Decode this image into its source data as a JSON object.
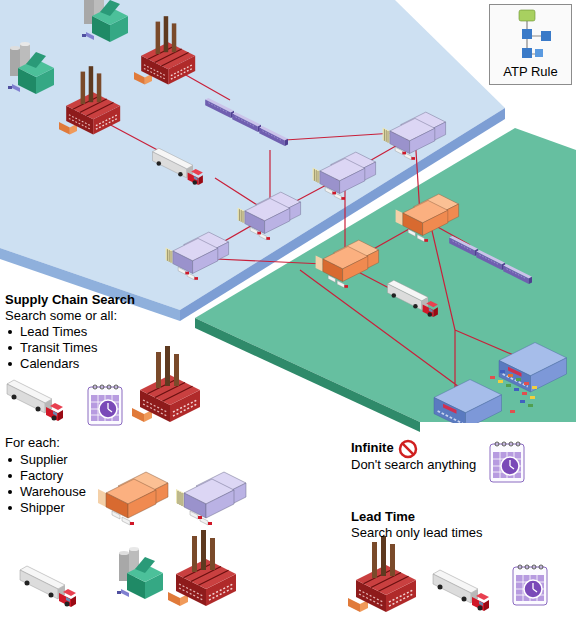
{
  "diagram": {
    "nodes": [
      {
        "text": [
          "ATP Rule"
        ]
      }
    ],
    "labels": [
      "Supply Chain Search",
      "Search some or all:",
      "Lead Times",
      "Transit Times",
      "Calendars",
      "For each:",
      "Supplier",
      "Factory",
      "Warehouse",
      "Shipper",
      "Infinite",
      "Don't search anything",
      "Lead Time",
      "Search only lead times"
    ]
  }
}
